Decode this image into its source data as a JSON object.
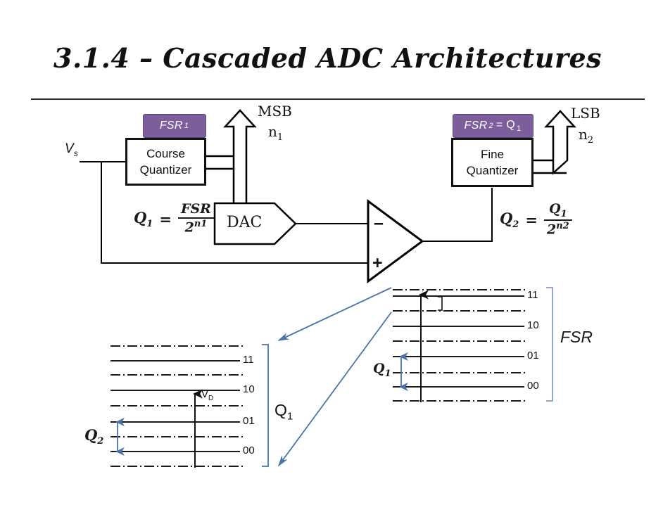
{
  "slide": {
    "title": "3.1.4 – Cascaded ADC Architectures"
  },
  "block_diagram": {
    "input_label": "V",
    "input_label_sub": "s",
    "coarse": {
      "band_text": "FSR",
      "band_sub": "1",
      "line1": "Course",
      "line2": "Quantizer",
      "band_color": "#7B5E9B"
    },
    "fine": {
      "band_text": "FSR",
      "band_sub": "2",
      "band_eq": "= Q",
      "band_eq_sub": "1",
      "line1": "Fine",
      "line2": "Quantizer",
      "band_color": "#7B5E9B"
    },
    "dac_label": "DAC",
    "msb_label": "MSB",
    "msb_bits": "n",
    "msb_bits_sub": "1",
    "lsb_label": "LSB",
    "lsb_bits": "n",
    "lsb_bits_sub": "2",
    "opamp_minus": "–",
    "opamp_plus": "+",
    "formula_q1": {
      "lhs": "Q",
      "lhs_sub": "1",
      "eq": "=",
      "numerator": "FSR",
      "denominator": "2",
      "denominator_exp": "n1"
    },
    "formula_q2": {
      "lhs": "Q",
      "lhs_sub": "2",
      "eq": "=",
      "numerator": "Q",
      "numerator_sub": "1",
      "denominator": "2",
      "denominator_exp": "n2"
    }
  },
  "ladder_coarse": {
    "codes": [
      "11",
      "10",
      "01",
      "00"
    ],
    "bracket_label": "FSR",
    "step_label": "Q",
    "step_label_sub": "1",
    "accent_color": "#4a74a8"
  },
  "ladder_fine": {
    "codes": [
      "11",
      "10",
      "01",
      "00"
    ],
    "bracket_label": "Q",
    "bracket_label_sub": "1",
    "step_label": "Q",
    "step_label_sub": "2",
    "signal_label": "V",
    "signal_label_sub": "D",
    "accent_color": "#4a74a8"
  }
}
